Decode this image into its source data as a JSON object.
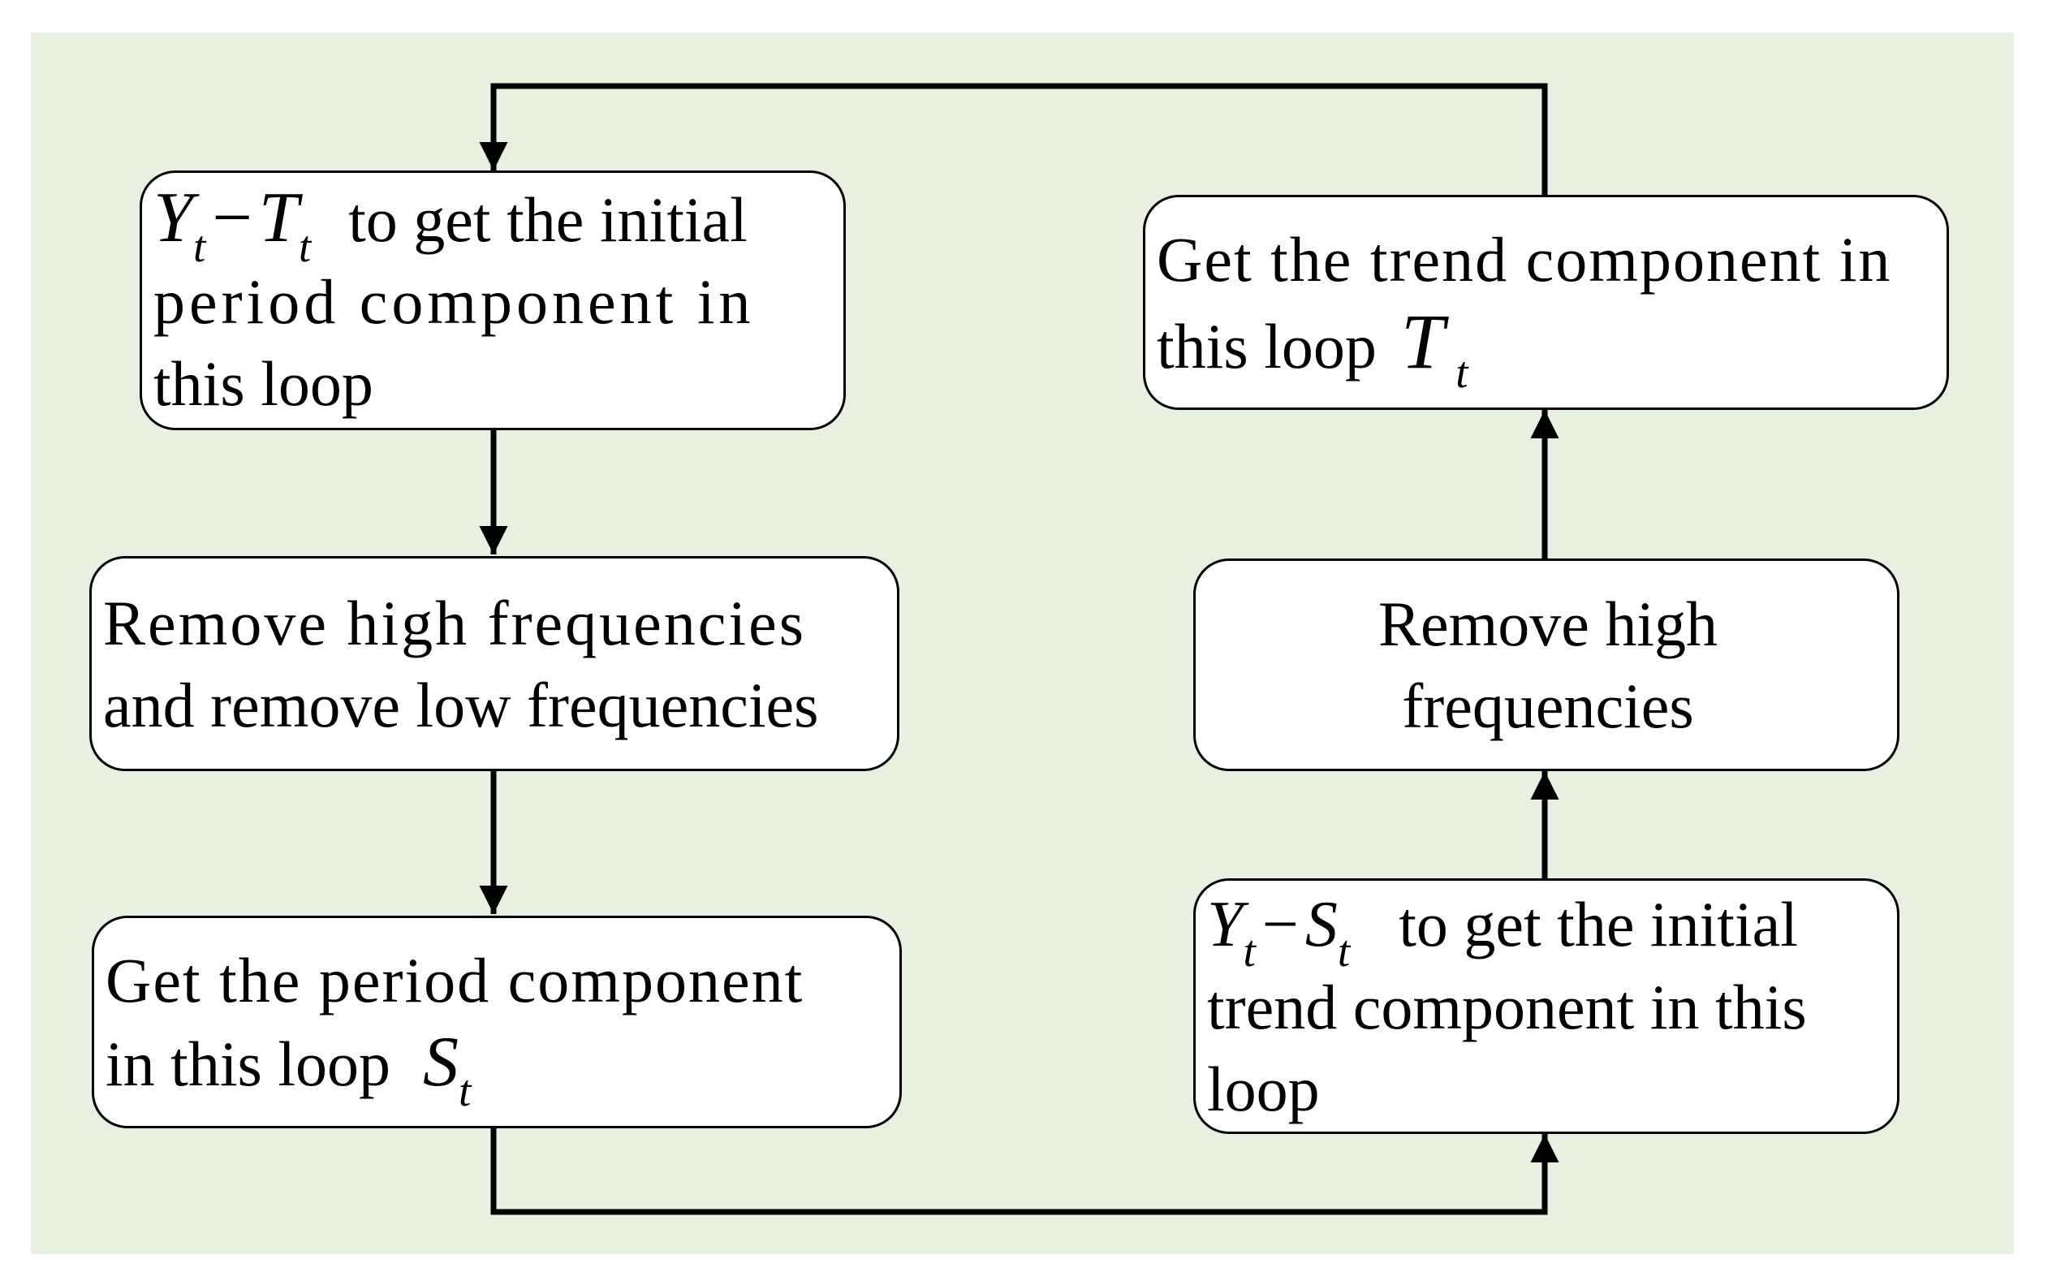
{
  "diagram": {
    "colors": {
      "background": "#e8f0df",
      "box_fill": "#ffffff",
      "stroke": "#000000"
    },
    "box_initial_period": {
      "formula": {
        "a": "Y",
        "a_sub": "t",
        "op": "−",
        "b": "T",
        "b_sub": "t"
      },
      "line1_text": "to get the initial",
      "line2": "period component in",
      "line3": "this loop"
    },
    "box_remove_high_low": {
      "line1": "Remove high frequencies",
      "line2": "and remove low frequencies"
    },
    "box_period_component": {
      "line1": "Get the period component",
      "line2": "in this loop",
      "symbol": "S",
      "symbol_sub": "t"
    },
    "box_initial_trend": {
      "formula": {
        "a": "Y",
        "a_sub": "t",
        "op": "−",
        "b": "S",
        "b_sub": "t"
      },
      "line1_text": "to get the initial",
      "line2": "trend component in this",
      "line3": "loop"
    },
    "box_remove_high": {
      "line1": "Remove high",
      "line2": "frequencies"
    },
    "box_trend_component": {
      "line1": "Get the trend component in",
      "line2": "this loop",
      "symbol": "T",
      "symbol_sub": "t"
    }
  }
}
